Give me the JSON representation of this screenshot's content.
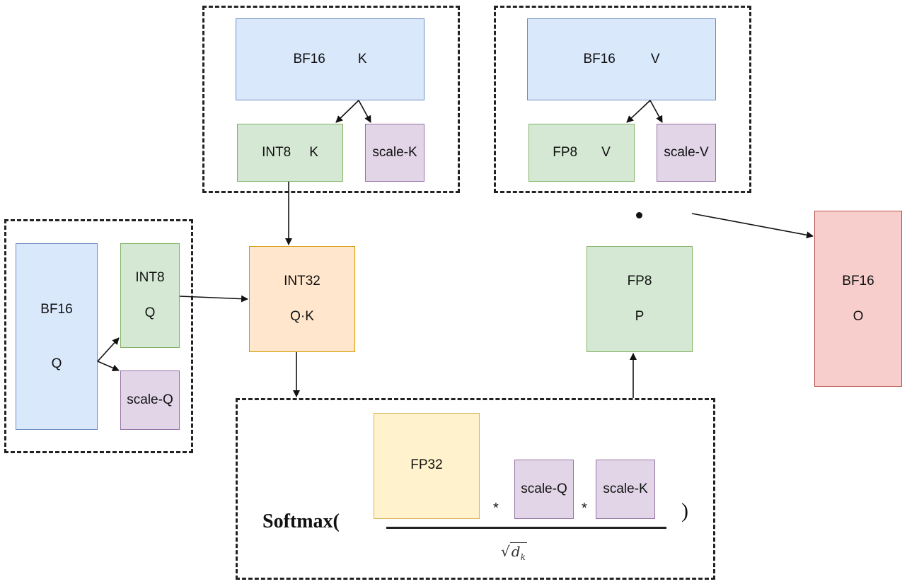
{
  "k_group": {
    "bf16": {
      "dtype": "BF16",
      "name": "K"
    },
    "int8": {
      "dtype": "INT8",
      "name": "K"
    },
    "scale": "scale-K"
  },
  "v_group": {
    "bf16": {
      "dtype": "BF16",
      "name": "V"
    },
    "fp8": {
      "dtype": "FP8",
      "name": "V"
    },
    "scale": "scale-V"
  },
  "q_group": {
    "bf16": {
      "dtype": "BF16",
      "name": "Q"
    },
    "int8": {
      "dtype": "INT8",
      "name": "Q"
    },
    "scale": "scale-Q"
  },
  "qk": {
    "dtype": "INT32",
    "name": "Q·K"
  },
  "p": {
    "dtype": "FP8",
    "name": "P"
  },
  "o": {
    "dtype": "BF16",
    "name": "O"
  },
  "softmax": {
    "label": "Softmax(",
    "fp32": "FP32",
    "mul1": "*",
    "scale_q": "scale-Q",
    "mul2": "*",
    "scale_k": "scale-K",
    "close_paren": ")",
    "denominator": {
      "radical": "√",
      "var": "d",
      "sub": "k"
    }
  },
  "dot_operator": "•"
}
